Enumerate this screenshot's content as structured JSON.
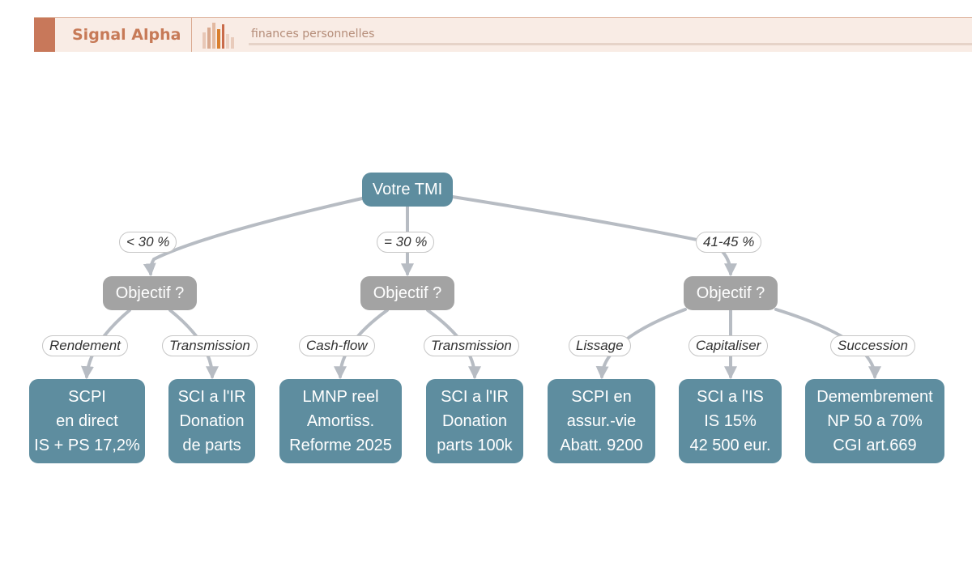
{
  "header": {
    "brand": "Signal Alpha",
    "tagline": "finances personnelles",
    "accent_color": "#c8785a",
    "icon": "bar-chart-logo-icon"
  },
  "diagram": {
    "root": "Votre TMI",
    "branches": [
      {
        "label": "< 30 %",
        "question": "Objectif ?",
        "options": [
          {
            "label": "Rendement",
            "lines": [
              "SCPI",
              "en direct",
              "IS + PS 17,2%"
            ]
          },
          {
            "label": "Transmission",
            "lines": [
              "SCI a l'IR",
              "Donation",
              "de parts"
            ]
          }
        ]
      },
      {
        "label": "= 30 %",
        "question": "Objectif ?",
        "options": [
          {
            "label": "Cash-flow",
            "lines": [
              "LMNP reel",
              "Amortiss.",
              "Reforme 2025"
            ]
          },
          {
            "label": "Transmission",
            "lines": [
              "SCI a l'IR",
              "Donation",
              "parts 100k"
            ]
          }
        ]
      },
      {
        "label": "41-45 %",
        "question": "Objectif ?",
        "options": [
          {
            "label": "Lissage",
            "lines": [
              "SCPI en",
              "assur.-vie",
              "Abatt. 9200"
            ]
          },
          {
            "label": "Capitaliser",
            "lines": [
              "SCI a l'IS",
              "IS 15%",
              "42 500 eur."
            ]
          },
          {
            "label": "Succession",
            "lines": [
              "Demembrement",
              "NP 50 a 70%",
              "CGI art.669"
            ]
          }
        ]
      }
    ],
    "colors": {
      "root_fill": "#5e8d9f",
      "question_fill": "#a3a3a3",
      "leaf_fill": "#5e8d9f",
      "edge": "#b7bcc3"
    }
  }
}
